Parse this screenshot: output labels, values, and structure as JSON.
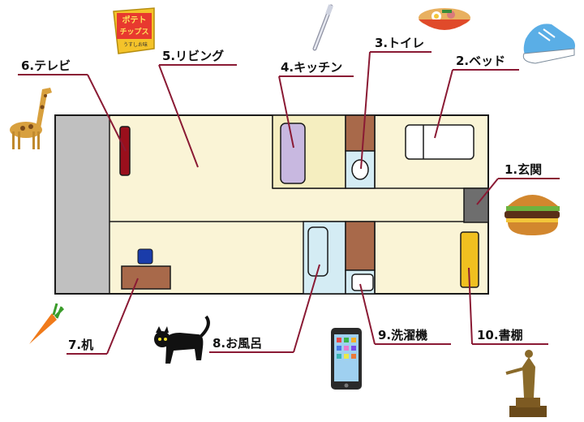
{
  "labels": {
    "entrance": "1.玄関",
    "bed": "2.ベッド",
    "toilet": "3.トイレ",
    "kitchen": "4.キッチン",
    "living": "5.リビング",
    "tv": "6.テレビ",
    "desk": "7.机",
    "bath": "8.お風呂",
    "washer": "9.洗濯機",
    "bookshelf": "10.書棚"
  },
  "chips_package": {
    "line1": "ポテト",
    "line2": "チップス",
    "line3": "うすしお味"
  },
  "colors": {
    "room_fill": "#faf4d6",
    "room_border": "#1a1a1a",
    "balcony": "#c0c0c0",
    "leader": "#8a1a34",
    "kitchen_fill": "#f5eec0",
    "bath_fill": "#d4ecf4",
    "sink_fill": "#c8b8e0",
    "wood": "#a8694a"
  }
}
